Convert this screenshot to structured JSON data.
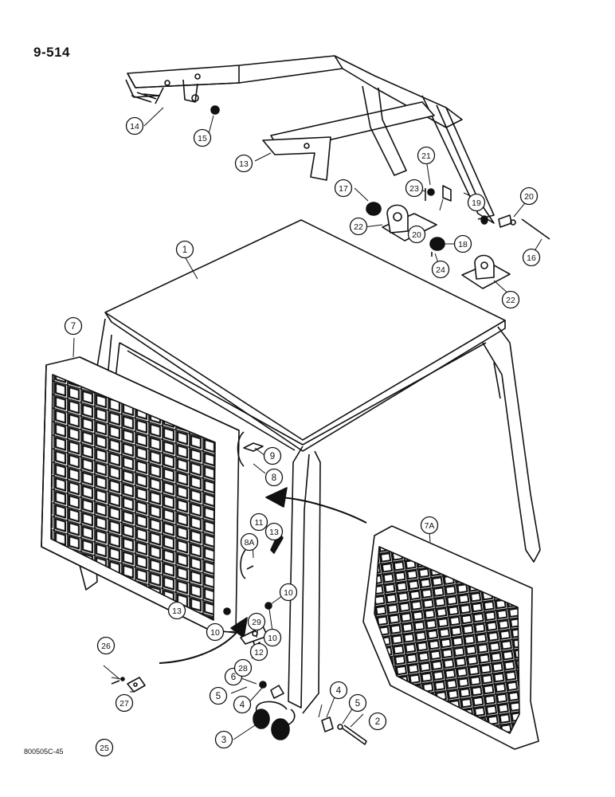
{
  "header": {
    "page_number": "9-514"
  },
  "footer": {
    "figure_code": "800505C-45"
  },
  "callouts": [
    "1",
    "2",
    "3",
    "4",
    "4",
    "5",
    "5",
    "6",
    "7",
    "7A",
    "8",
    "8A",
    "9",
    "10",
    "10",
    "10",
    "11",
    "12",
    "13",
    "13",
    "13",
    "14",
    "15",
    "16",
    "17",
    "18",
    "19",
    "20",
    "20",
    "21",
    "22",
    "22",
    "23",
    "24",
    "25",
    "26",
    "27",
    "28",
    "29"
  ],
  "colors": {
    "line": "#111111",
    "paper": "#ffffff"
  }
}
